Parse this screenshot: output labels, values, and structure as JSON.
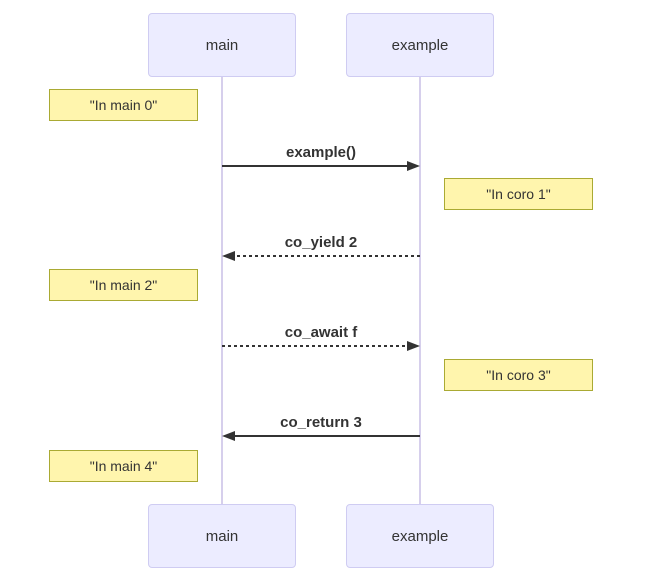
{
  "diagram": {
    "type": "sequence-diagram",
    "participants": [
      {
        "id": "main",
        "label": "main"
      },
      {
        "id": "example",
        "label": "example"
      }
    ],
    "messages": [
      {
        "from": "main",
        "to": "example",
        "label": "example()",
        "line": "solid",
        "direction": "right"
      },
      {
        "from": "example",
        "to": "main",
        "label": "co_yield 2",
        "line": "dashed",
        "direction": "left"
      },
      {
        "from": "main",
        "to": "example",
        "label": "co_await f",
        "line": "dashed",
        "direction": "right"
      },
      {
        "from": "example",
        "to": "main",
        "label": "co_return 3",
        "line": "solid",
        "direction": "left"
      }
    ],
    "notes": [
      {
        "side": "left",
        "of": "main",
        "text": "\"In main 0\""
      },
      {
        "side": "right",
        "of": "example",
        "text": "\"In coro 1\""
      },
      {
        "side": "left",
        "of": "main",
        "text": "\"In main 2\""
      },
      {
        "side": "right",
        "of": "example",
        "text": "\"In coro 3\""
      },
      {
        "side": "left",
        "of": "main",
        "text": "\"In main 4\""
      }
    ],
    "colors": {
      "actor_fill": "#ECECFF",
      "actor_border": "#CFCCF2",
      "note_fill": "#FFF5AD",
      "note_border": "#AAAA33",
      "lifeline": "#D6CFEC",
      "message_line": "#333333",
      "text": "#333333",
      "background": "#FFFFFF"
    }
  }
}
